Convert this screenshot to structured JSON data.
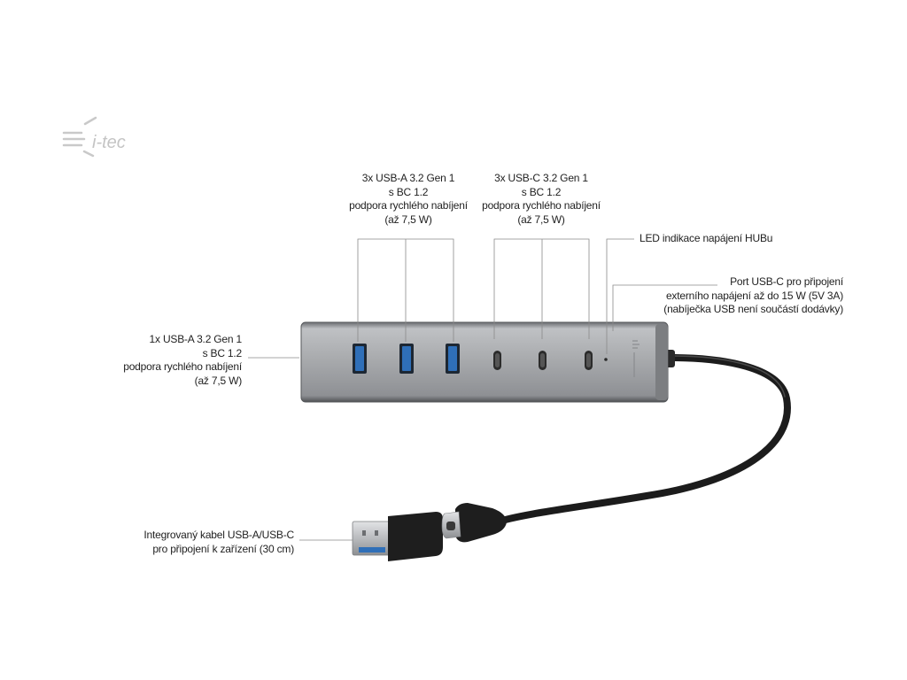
{
  "logo": {
    "text": "i-tec"
  },
  "callouts": {
    "usb_a_top": {
      "lines": [
        "3x USB-A 3.2 Gen 1",
        "s BC 1.2",
        "podpora rychlého nabíjení",
        "(až 7,5 W)"
      ]
    },
    "usb_c_top": {
      "lines": [
        "3x USB-C 3.2 Gen 1",
        "s BC 1.2",
        "podpora rychlého nabíjení",
        "(až 7,5 W)"
      ]
    },
    "led": {
      "lines": [
        "LED indikace napájení HUBu"
      ]
    },
    "power_port": {
      "lines": [
        "Port USB-C pro připojení",
        "externího napájení až do 15 W (5V 3A)",
        "(nabíječka USB není součástí dodávky)"
      ]
    },
    "usb_a_side": {
      "lines": [
        "1x USB-A 3.2 Gen 1",
        "s BC 1.2",
        "podpora rychlého nabíjení",
        "(až 7,5 W)"
      ]
    },
    "cable": {
      "lines": [
        "Integrovaný kabel USB-A/USB-C",
        "pro připojení k zařízení (30 cm)"
      ]
    }
  },
  "colors": {
    "hub_body": "#a9abae",
    "hub_edge": "#5c5e61",
    "usb_a_port_blue": "#2f6fb8",
    "cable": "#1c1c1c",
    "leader_line": "#8a8a8a"
  }
}
